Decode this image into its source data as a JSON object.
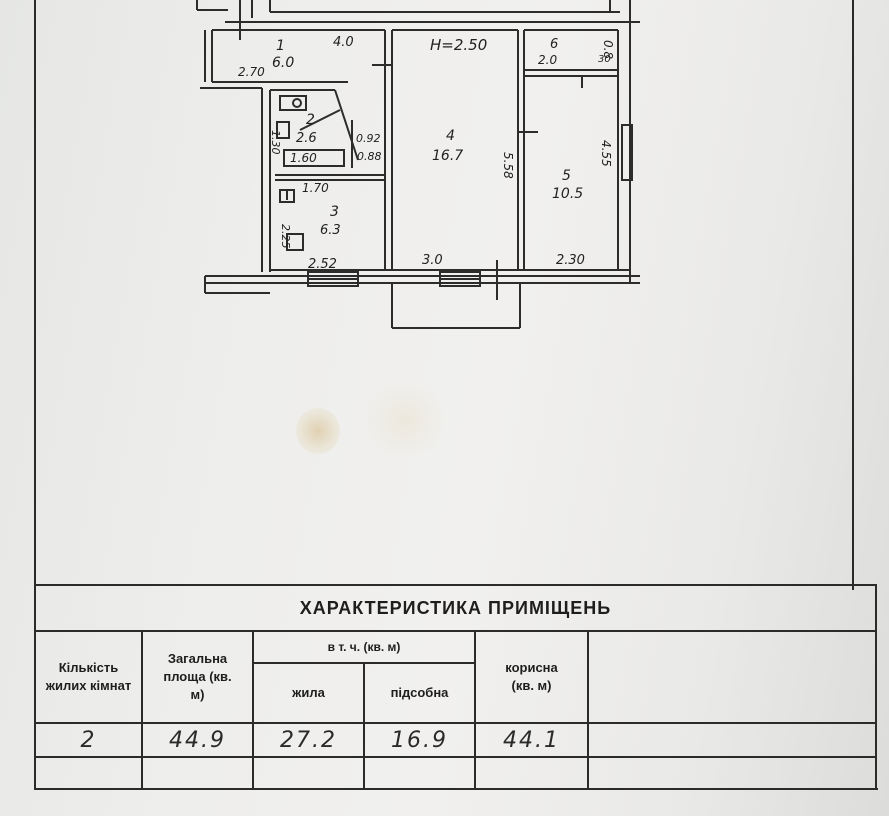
{
  "plan": {
    "height_label": "H=2.50",
    "rooms": [
      {
        "id": "1",
        "area": "6.0"
      },
      {
        "id": "2",
        "area": "2.6"
      },
      {
        "id": "3",
        "area": "6.3"
      },
      {
        "id": "4",
        "area": "16.7"
      },
      {
        "id": "5",
        "area": "10.5"
      },
      {
        "id": "6",
        "area": "2.0"
      }
    ],
    "dims": {
      "d_4_0": "4.0",
      "d_2_70": "2.70",
      "d_1_30": "1.30",
      "d_0_92": "0.92",
      "d_0_88": "0.88",
      "d_1_60": "1.60",
      "d_1_70": "1.70",
      "d_2_25": "2.25",
      "d_2_52": "2.52",
      "d_3_0": "3.0",
      "d_5_58": "5.58",
      "d_4_55": "4.55",
      "d_2_30": "2.30",
      "d_0_8": "0.8",
      "d_0_30": "30"
    }
  },
  "table": {
    "title": "ХАРАКТЕРИСТИКА ПРИМІЩЕНЬ",
    "col_rooms": "Кількість жилих кімнат",
    "col_total": "Загальна площа (кв. м)",
    "col_incl": "в т. ч. (кв. м)",
    "col_living": "жила",
    "col_aux": "підсобна",
    "col_useful": "корисна (кв. м)",
    "row": {
      "rooms": "2",
      "total": "44.9",
      "living": "27.2",
      "aux": "16.9",
      "useful": "44.1"
    }
  }
}
